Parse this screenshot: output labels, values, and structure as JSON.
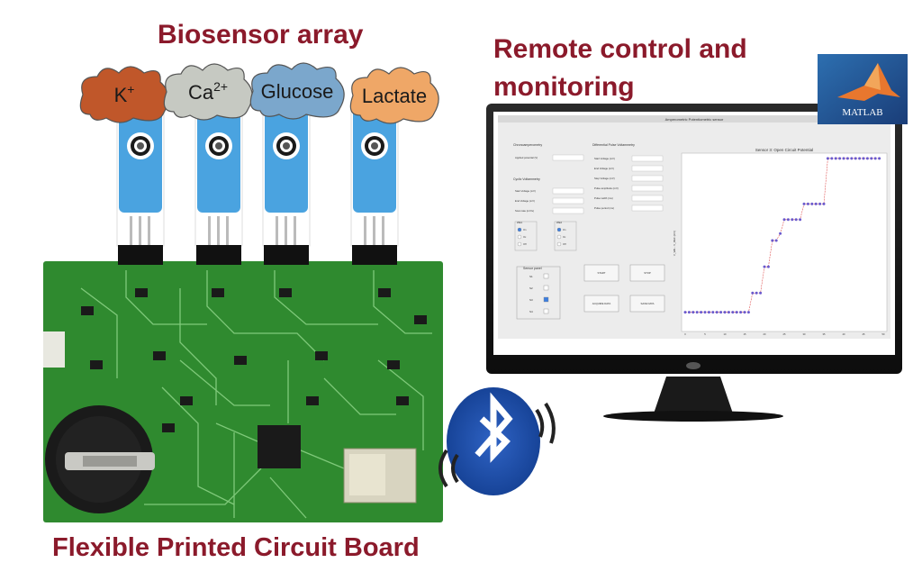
{
  "titles": {
    "biosensor": "Biosensor array",
    "remote_line1": "Remote control and",
    "remote_line2": "monitoring",
    "fpcb": "Flexible Printed Circuit Board"
  },
  "sensors": [
    {
      "label": "K",
      "sup": "+",
      "color": "#c0572a"
    },
    {
      "label": "Ca",
      "sup": "2+",
      "color": "#c6c9c2"
    },
    {
      "label": "Glucose",
      "sup": "",
      "color": "#7ba7cc"
    },
    {
      "label": "Lactate",
      "sup": "",
      "color": "#efa767"
    }
  ],
  "matlab_logo": "MATLAB",
  "gui": {
    "window_title": "Amperometric Potentiometric sensor",
    "sections": {
      "chrono": "Chronoamperometry",
      "dpv": "Differential Pulse Voltammetry",
      "cv": "Cyclic Voltammetry",
      "sensor_panel": "Sensor panel"
    },
    "chrono_fields": [
      "Applied potential (V)"
    ],
    "cv_fields": [
      "Start Voltage (mV)",
      "End Voltage (mV)",
      "Scan rate (mV/s)"
    ],
    "dpv_fields": [
      "Start Voltage (mV)",
      "End Voltage (mV)",
      "Step Voltage (mV)",
      "Pulse amplitude (mV)",
      "Pulse width (ms)",
      "Pulse period (ms)"
    ],
    "groups": [
      {
        "label": "WE1",
        "options": [
          "On",
          "Ox",
          "Off"
        ]
      },
      {
        "label": "WE2",
        "options": [
          "On",
          "Ox",
          "Off"
        ]
      }
    ],
    "sensor_rows": [
      "S1",
      "S2",
      "S3",
      "S4"
    ],
    "buttons": [
      "START",
      "STOP",
      "ACQUIRE DATA",
      "SAVE DATA"
    ],
    "chart_title": "Sensor 3: Open Circuit Potential"
  },
  "chart_data": {
    "type": "scatter",
    "title": "Sensor 3: Open Circuit Potential",
    "xlabel": "",
    "ylabel": "V_WE - V_REF (mV)",
    "xlim": [
      0,
      50
    ],
    "ylim": [
      0,
      1
    ],
    "x_ticks": [
      "0",
      "5",
      "10",
      "15",
      "20",
      "25",
      "30",
      "35",
      "40",
      "45",
      "50"
    ],
    "series": [
      {
        "x": [
          0,
          1,
          2,
          3,
          4,
          5,
          6,
          7,
          8,
          9,
          10,
          11,
          12,
          13,
          14,
          15,
          16,
          17,
          18,
          19,
          20,
          21,
          22,
          23,
          24,
          25,
          26,
          27,
          28,
          29,
          30,
          31,
          32,
          33,
          34,
          35,
          36,
          37,
          38,
          39,
          40,
          41,
          42,
          43,
          44,
          45,
          46,
          47,
          48,
          49
        ],
        "y": [
          0.1,
          0.1,
          0.1,
          0.1,
          0.1,
          0.1,
          0.1,
          0.1,
          0.1,
          0.1,
          0.1,
          0.1,
          0.1,
          0.1,
          0.1,
          0.1,
          0.1,
          0.21,
          0.21,
          0.21,
          0.36,
          0.36,
          0.51,
          0.51,
          0.55,
          0.63,
          0.63,
          0.63,
          0.63,
          0.63,
          0.72,
          0.72,
          0.72,
          0.72,
          0.72,
          0.72,
          0.98,
          0.98,
          0.98,
          0.98,
          0.98,
          0.98,
          0.98,
          0.98,
          0.98,
          0.98,
          0.98,
          0.98,
          0.98,
          0.98
        ]
      }
    ]
  },
  "colors": {
    "title": "#8b1a2b",
    "pcb": "#2f8a2f",
    "sensor_strip": "#4aa3e0",
    "bluetooth": "#1f4fa8",
    "monitor": "#1c1c1c"
  }
}
